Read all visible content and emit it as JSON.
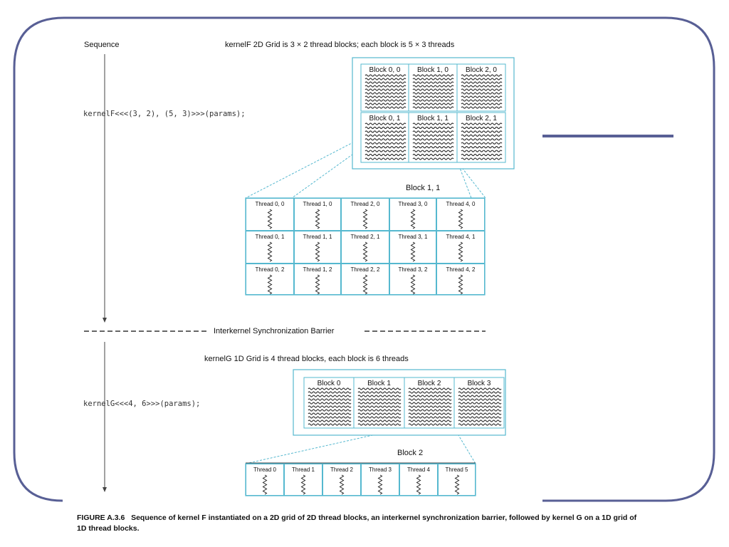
{
  "sequence_label": "Sequence",
  "kernelF": {
    "header": "kernelF 2D Grid is 3 × 2 thread blocks; each block is 5 × 3 threads",
    "launch": "kernelF<<<(3, 2), (5, 3)>>>(params);",
    "blocks": [
      "Block 0, 0",
      "Block 1, 0",
      "Block 2, 0",
      "Block 0, 1",
      "Block 1, 1",
      "Block 2, 1"
    ],
    "zoom_title": "Block 1, 1",
    "threads": [
      "Thread 0, 0",
      "Thread 1, 0",
      "Thread 2, 0",
      "Thread 3, 0",
      "Thread 4, 0",
      "Thread 0, 1",
      "Thread 1, 1",
      "Thread 2, 1",
      "Thread 3, 1",
      "Thread 4, 1",
      "Thread 0, 2",
      "Thread 1, 2",
      "Thread 2, 2",
      "Thread 3, 2",
      "Thread 4, 2"
    ]
  },
  "barrier_label": "Interkernel Synchronization Barrier",
  "kernelG": {
    "header": "kernelG 1D Grid is 4 thread blocks, each block is 6 threads",
    "launch": "kernelG<<<4, 6>>>(params);",
    "blocks": [
      "Block 0",
      "Block 1",
      "Block 2",
      "Block 3"
    ],
    "zoom_title": "Block 2",
    "threads": [
      "Thread 0",
      "Thread 1",
      "Thread 2",
      "Thread 3",
      "Thread 4",
      "Thread 5"
    ]
  },
  "caption": {
    "lead": "FIGURE A.3.6",
    "text": "Sequence of kernel F instantiated on a 2D grid of 2D thread blocks, an interkernel synchronization barrier, followed by kernel G on a 1D grid of 1D thread blocks."
  },
  "colors": {
    "frame": "#585f95",
    "grid": "#55b8cf",
    "text": "#111111"
  }
}
